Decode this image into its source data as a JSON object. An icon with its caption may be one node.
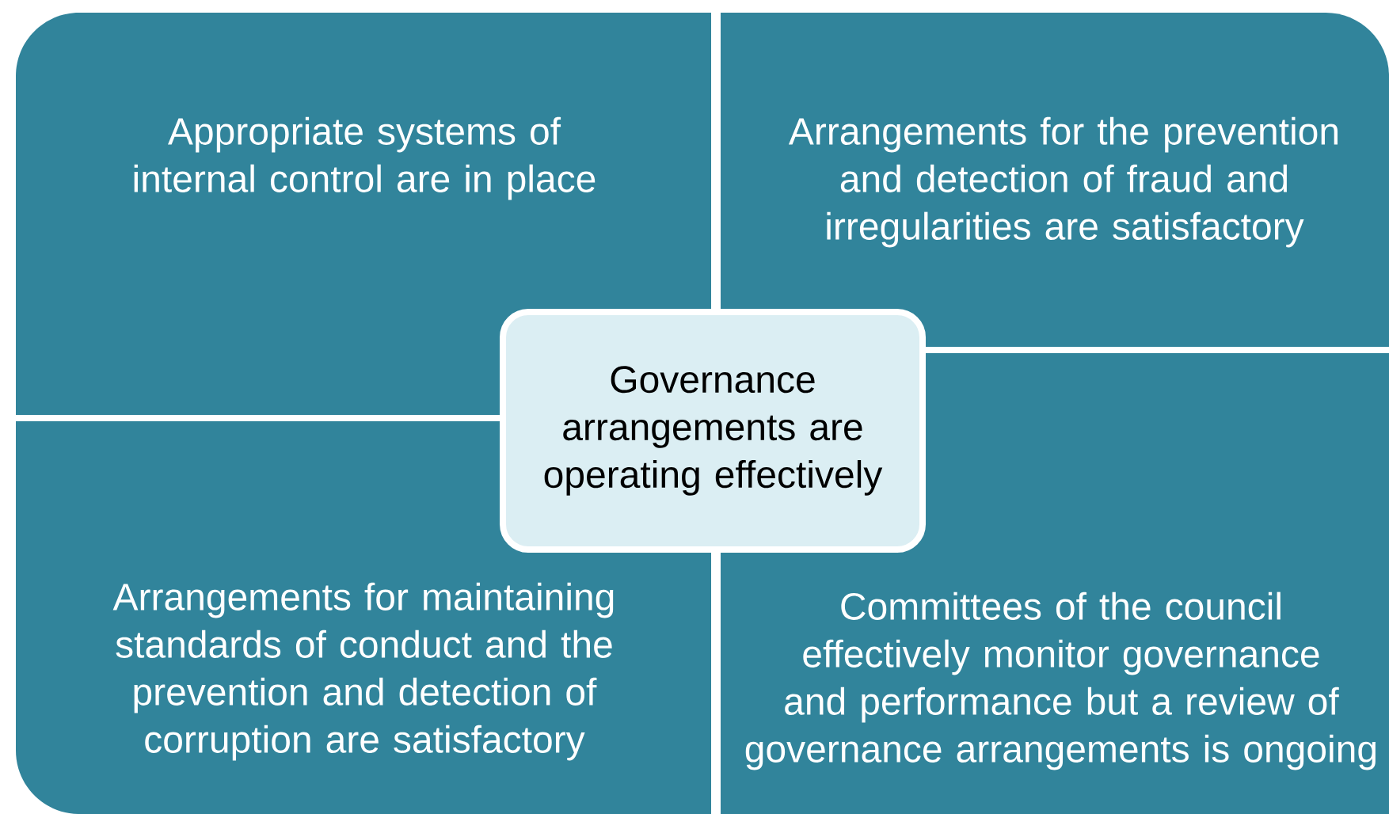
{
  "diagram": {
    "nodes": [
      {
        "text": [
          "Appropriate systems of internal control are in place"
        ]
      },
      {
        "text": [
          "Arrangements for the prevention and detection of fraud and irregularities are satisfactory"
        ]
      },
      {
        "text": [
          "Governance arrangements are operating effectively"
        ]
      },
      {
        "text": [
          "Arrangements for maintaining standards of conduct and the prevention and detection of corruption are satisfactory"
        ]
      },
      {
        "text": [
          "Committees of the council effectively monitor governance and performance but a review of governance arrangements is ongoing"
        ]
      }
    ]
  }
}
